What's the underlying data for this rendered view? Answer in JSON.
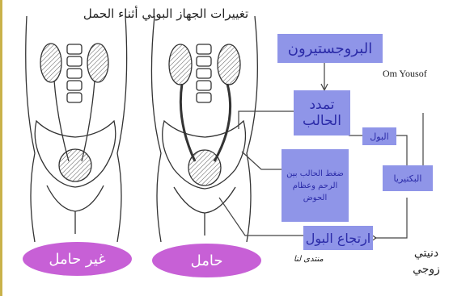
{
  "title": "تغييرات الجهاز البولي أثناء الحمل",
  "credit": "Om Yousof",
  "boxes": {
    "progesterone": "البروجستيرون",
    "dilation_line1": "تمدد",
    "dilation_line2": "الحالب",
    "urine": "البول",
    "pressure": "ضغط الحالب بين الرحم وعظام الحوض",
    "bacteria": "البكتيريا",
    "reflux": "ارتجاع البول"
  },
  "labels": {
    "not_pregnant": "غير حامل",
    "pregnant": "حامل",
    "forum": "منتدى لنا",
    "site_line1": "دنيتي",
    "site_line2": "زوجي"
  },
  "colors": {
    "box_fill": "#8f95e8",
    "box_text": "#2b2ba8",
    "pill_fill": "#c760d6",
    "border": "#c9b24a"
  }
}
